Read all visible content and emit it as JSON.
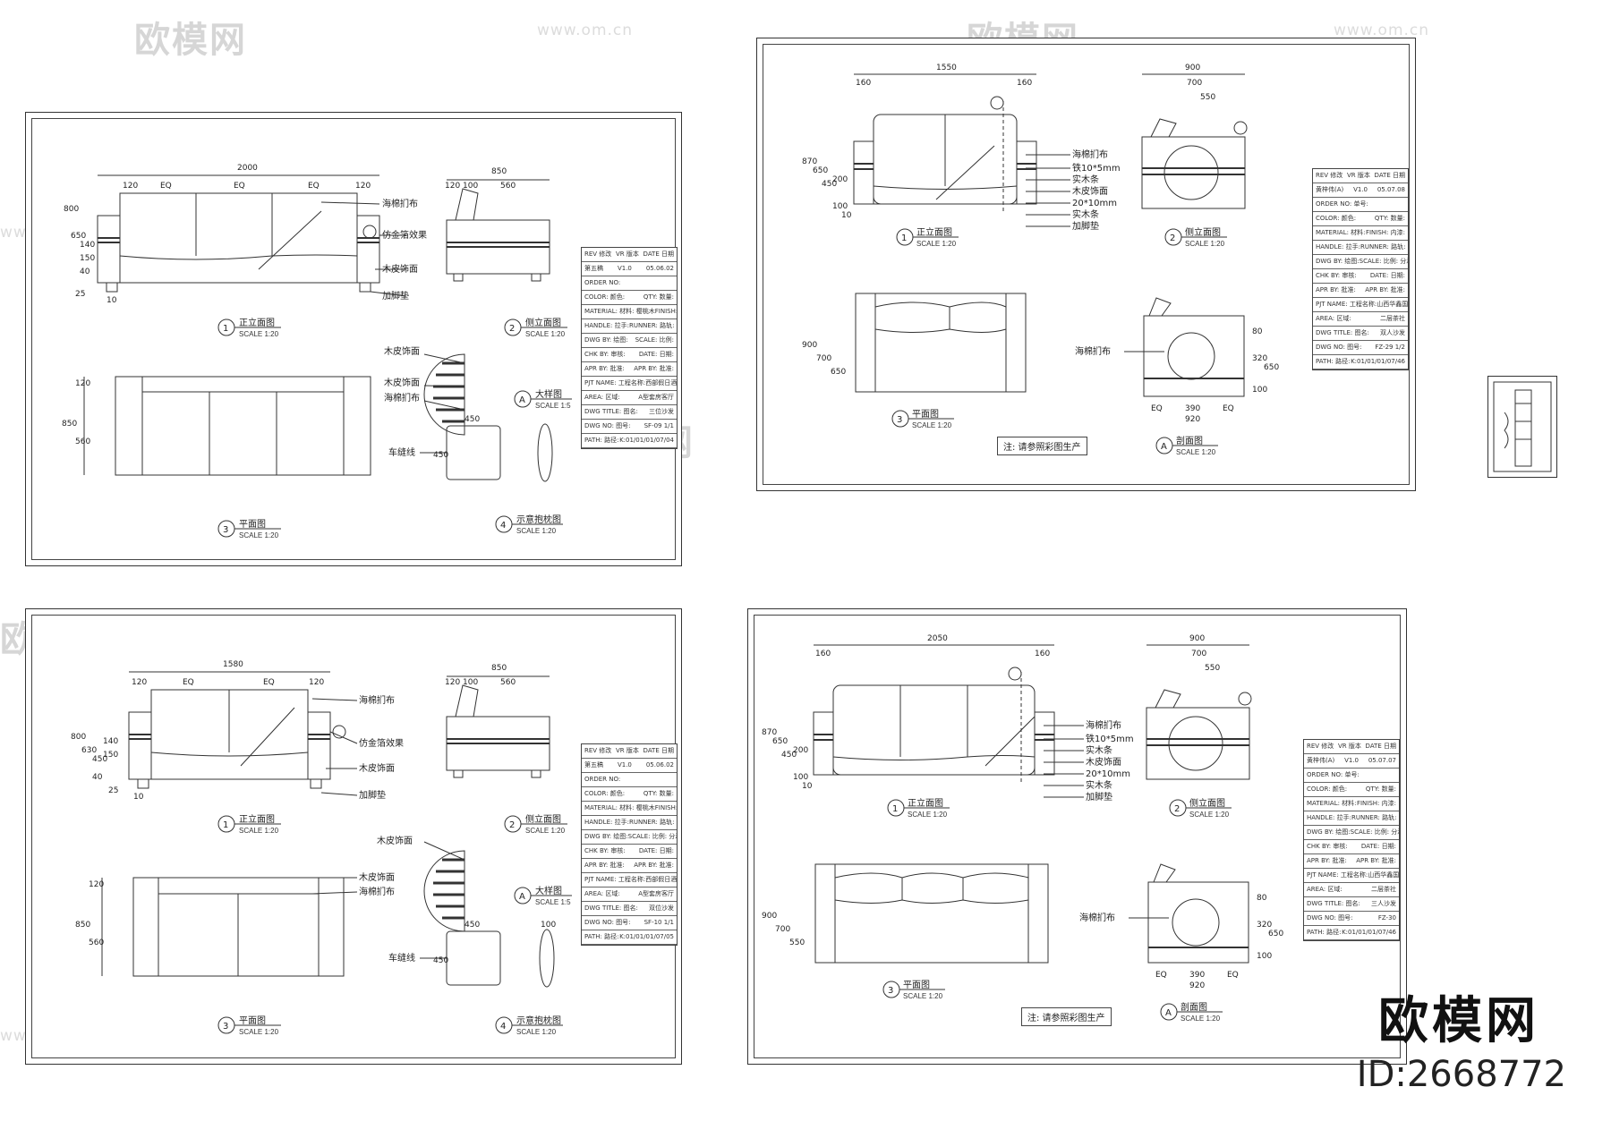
{
  "watermark": {
    "logo": "欧模网",
    "url": "www.om.cn"
  },
  "brand": {
    "name": "欧模网",
    "id": "ID:2668772"
  },
  "sheets": [
    {
      "views": [
        {
          "num": "1",
          "title": "正立面图",
          "scale": "SCALE 1:20"
        },
        {
          "num": "2",
          "title": "侧立面图",
          "scale": "SCALE 1:20"
        },
        {
          "num": "A",
          "title": "大样图",
          "scale": "SCALE 1:5"
        },
        {
          "num": "3",
          "title": "平面图",
          "scale": "SCALE 1:20"
        },
        {
          "num": "4",
          "title": "示意抱枕图",
          "scale": "SCALE 1:20"
        }
      ],
      "dims_top": {
        "total": "2000",
        "parts": [
          "120",
          "EQ",
          "EQ",
          "EQ",
          "120"
        ]
      },
      "dims_side": {
        "total": "850",
        "parts": [
          "120",
          "100",
          "560"
        ]
      },
      "dims_left": [
        "800",
        "650",
        "140",
        "150",
        "40",
        "25",
        "10"
      ],
      "dims_plan": [
        "850",
        "560",
        "120"
      ],
      "pillow": {
        "w": "450",
        "h": "450"
      },
      "callouts": [
        "海棉扪布",
        "仿金箔效果",
        "木皮饰面",
        "加脚垫"
      ],
      "detail_callouts": [
        "木皮饰面",
        "木皮饰面",
        "海棉扪布"
      ],
      "stitch": "车缝线",
      "titleblock": [
        [
          "REV 修改",
          "VR 版本",
          "DATE 日期"
        ],
        [
          "第五稿",
          "V1.0",
          "05.06.02"
        ],
        [
          "ORDER NO:",
          ""
        ],
        [
          "COLOR: 颜色:",
          "QTY: 数量:"
        ],
        [
          "MATERIAL: 材料:  樱桃木",
          "FINISH: 内漆"
        ],
        [
          "HANDLE: 拉手:",
          "RUNNER: 路轨:"
        ],
        [
          "DWG BY: 绘图:",
          "SCALE: 比例:"
        ],
        [
          "CHK BY: 审核:",
          "DATE: 日期:"
        ],
        [
          "APR BY: 批准:",
          "APR BY: 批准:"
        ],
        [
          "PJT NAME: 工程名称:",
          "西部假日酒店"
        ],
        [
          "AREA: 区域:",
          "A型套房客厅"
        ],
        [
          "DWG TITLE: 图名:",
          "三位沙发"
        ],
        [
          "DWG NO: 图号:",
          "SF-09   1/1"
        ],
        [
          "PATH: 路径:",
          "K:01/01/01/07/04"
        ]
      ]
    },
    {
      "views": [
        {
          "num": "1",
          "title": "正立面图",
          "scale": "SCALE 1:20"
        },
        {
          "num": "2",
          "title": "侧立面图",
          "scale": "SCALE 1:20"
        },
        {
          "num": "3",
          "title": "平面图",
          "scale": "SCALE 1:20"
        },
        {
          "num": "A",
          "title": "剖面图",
          "scale": "SCALE 1:20"
        }
      ],
      "dims_top": {
        "total": "1550",
        "parts": [
          "160",
          "",
          "160"
        ]
      },
      "dims_side": {
        "total": "900",
        "parts": [
          "700",
          "550"
        ]
      },
      "dims_left": [
        "870",
        "650",
        "450",
        "200",
        "100",
        "10"
      ],
      "dims_plan": [
        "900",
        "700",
        "650"
      ],
      "dims_section": [
        "EQ",
        "390",
        "EQ",
        "920",
        "320",
        "650",
        "80",
        "100"
      ],
      "callouts": [
        "海棉扪布",
        "铁10*5mm",
        "实木条",
        "木皮饰面",
        "20*10mm",
        "实木条",
        "加脚垫"
      ],
      "section_callout": "海棉扪布",
      "note": "注: 请参照彩图生产",
      "titleblock": [
        [
          "REV 修改",
          "VR 版本",
          "DATE 日期"
        ],
        [
          "黄梓伟(A)",
          "V1.0",
          "05.07.08"
        ],
        [
          "ORDER NO: 单号:",
          ""
        ],
        [
          "COLOR: 颜色:",
          "QTY: 数量:"
        ],
        [
          "MATERIAL: 材料:",
          "FINISH: 内漆:"
        ],
        [
          "HANDLE: 拉手:",
          "RUNNER: 路轨:"
        ],
        [
          "DWG BY: 绘图:",
          "SCALE: 比例:  分示"
        ],
        [
          "CHK BY: 审核:",
          "DATE: 日期:"
        ],
        [
          "APR BY: 批准:",
          "APR BY: 批准:"
        ],
        [
          "PJT NAME: 工程名称:",
          "山西华鑫国际酒店"
        ],
        [
          "AREA: 区域:",
          "二层茶社"
        ],
        [
          "DWG TITLE: 图名:",
          "双人沙发"
        ],
        [
          "DWG NO: 图号:",
          "FZ-29   1/2"
        ],
        [
          "PATH: 路径:",
          "K:01/01/01/07/46"
        ]
      ]
    },
    {
      "views": [
        {
          "num": "1",
          "title": "正立面图",
          "scale": "SCALE 1:20"
        },
        {
          "num": "2",
          "title": "侧立面图",
          "scale": "SCALE 1:20"
        },
        {
          "num": "A",
          "title": "大样图",
          "scale": "SCALE 1:5"
        },
        {
          "num": "3",
          "title": "平面图",
          "scale": "SCALE 1:20"
        },
        {
          "num": "4",
          "title": "示意抱枕图",
          "scale": "SCALE 1:20"
        }
      ],
      "dims_top": {
        "total": "1580",
        "parts": [
          "120",
          "EQ",
          "EQ",
          "120"
        ]
      },
      "dims_side": {
        "total": "850",
        "parts": [
          "120",
          "100",
          "560"
        ]
      },
      "dims_left": [
        "800",
        "630",
        "450",
        "140",
        "150",
        "40",
        "25",
        "10"
      ],
      "dims_plan": [
        "850",
        "560",
        "120"
      ],
      "pillow": {
        "w": "450",
        "h": "450",
        "d": "100"
      },
      "callouts": [
        "海棉扪布",
        "仿金箔效果",
        "木皮饰面",
        "加脚垫"
      ],
      "detail_callouts": [
        "木皮饰面",
        "木皮饰面",
        "海棉扪布"
      ],
      "stitch": "车缝线",
      "titleblock": [
        [
          "REV 修改",
          "VR 版本",
          "DATE 日期"
        ],
        [
          "第五稿",
          "V1.0",
          "05.06.02"
        ],
        [
          "ORDER NO:",
          ""
        ],
        [
          "COLOR: 颜色:",
          "QTY: 数量:"
        ],
        [
          "MATERIAL: 材料:  樱桃木",
          "FINISH: 内漆"
        ],
        [
          "HANDLE: 拉手:",
          "RUNNER: 路轨:"
        ],
        [
          "DWG BY: 绘图:",
          "SCALE: 比例:  分示"
        ],
        [
          "CHK BY: 审核:",
          "DATE: 日期:"
        ],
        [
          "APR BY: 批准:",
          "APR BY: 批准:"
        ],
        [
          "PJT NAME: 工程名称:",
          "西部假日酒店"
        ],
        [
          "AREA: 区域:",
          "A型套房客厅"
        ],
        [
          "DWG TITLE: 图名:",
          "双位沙发"
        ],
        [
          "DWG NO: 图号:",
          "SF-10   1/1"
        ],
        [
          "PATH: 路径:",
          "K:01/01/01/07/05"
        ]
      ]
    },
    {
      "views": [
        {
          "num": "1",
          "title": "正立面图",
          "scale": "SCALE 1:20"
        },
        {
          "num": "2",
          "title": "侧立面图",
          "scale": "SCALE 1:20"
        },
        {
          "num": "3",
          "title": "平面图",
          "scale": "SCALE 1:20"
        },
        {
          "num": "A",
          "title": "剖面图",
          "scale": "SCALE 1:20"
        }
      ],
      "dims_top": {
        "total": "2050",
        "parts": [
          "160",
          "",
          "160"
        ]
      },
      "dims_side": {
        "total": "900",
        "parts": [
          "700",
          "550"
        ]
      },
      "dims_left": [
        "870",
        "650",
        "450",
        "200",
        "100",
        "10"
      ],
      "dims_plan": [
        "900",
        "700",
        "550"
      ],
      "dims_section": [
        "EQ",
        "390",
        "EQ",
        "920",
        "320",
        "650",
        "80",
        "100"
      ],
      "callouts": [
        "海棉扪布",
        "铁10*5mm",
        "实木条",
        "木皮饰面",
        "20*10mm",
        "实木条",
        "加脚垫"
      ],
      "section_callout": "海棉扪布",
      "note": "注: 请参照彩图生产",
      "titleblock": [
        [
          "REV 修改",
          "VR 版本",
          "DATE 日期"
        ],
        [
          "黄梓伟(A)",
          "V1.0",
          "05.07.07"
        ],
        [
          "ORDER NO: 单号:",
          ""
        ],
        [
          "COLOR: 颜色:",
          "QTY: 数量:"
        ],
        [
          "MATERIAL: 材料:",
          "FINISH: 内漆:"
        ],
        [
          "HANDLE: 拉手:",
          "RUNNER: 路轨:"
        ],
        [
          "DWG BY: 绘图:",
          "SCALE: 比例:  分示"
        ],
        [
          "CHK BY: 审核:",
          "DATE: 日期:"
        ],
        [
          "APR BY: 批准:",
          "APR BY: 批准:"
        ],
        [
          "PJT NAME: 工程名称:",
          "山西华鑫国际酒店"
        ],
        [
          "AREA: 区域:",
          "二层茶社"
        ],
        [
          "DWG TITLE: 图名:",
          "三人沙发"
        ],
        [
          "DWG NO: 图号:",
          "FZ-30"
        ],
        [
          "PATH: 路径:",
          "K:01/01/01/07/46"
        ]
      ]
    }
  ]
}
